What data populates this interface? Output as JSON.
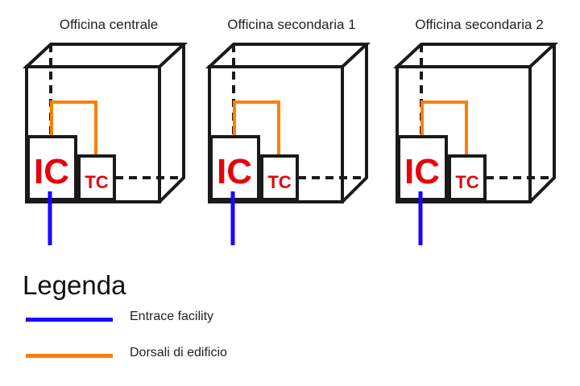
{
  "buildings": [
    {
      "title": "Officina centrale",
      "ic_label": "IC",
      "tc_label": "TC"
    },
    {
      "title": "Officina secondaria 1",
      "ic_label": "IC",
      "tc_label": "TC"
    },
    {
      "title": "Officina secondaria 2",
      "ic_label": "IC",
      "tc_label": "TC"
    }
  ],
  "legend": {
    "title": "Legenda",
    "items": [
      {
        "label": "Entrace facility",
        "color": "#1f00ff"
      },
      {
        "label": "Dorsali di edificio",
        "color": "#ff7f00"
      }
    ]
  },
  "colors": {
    "outline": "#1a1a1a",
    "label_red": "#e8000b",
    "entrance_blue": "#1f00ff",
    "backbone_orange": "#ff7f00"
  }
}
